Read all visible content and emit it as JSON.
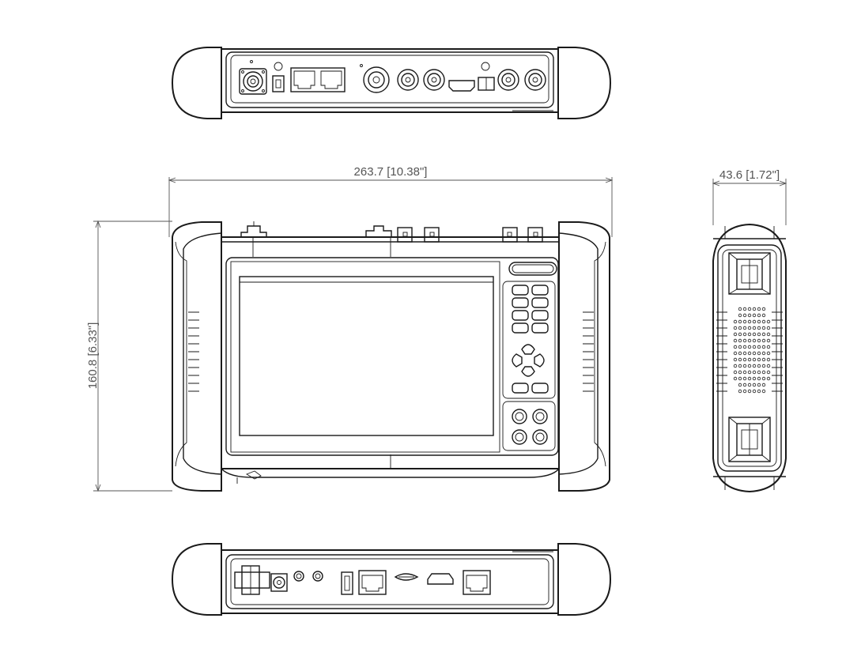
{
  "dimensions": {
    "width_label": "263.7 [10.38\"]",
    "height_label": "160.8 [6.33\"]",
    "depth_label": "43.6 [1.72\"]"
  },
  "colors": {
    "line": "#1a1a1a",
    "dimension": "#555555",
    "background": "#ffffff"
  }
}
